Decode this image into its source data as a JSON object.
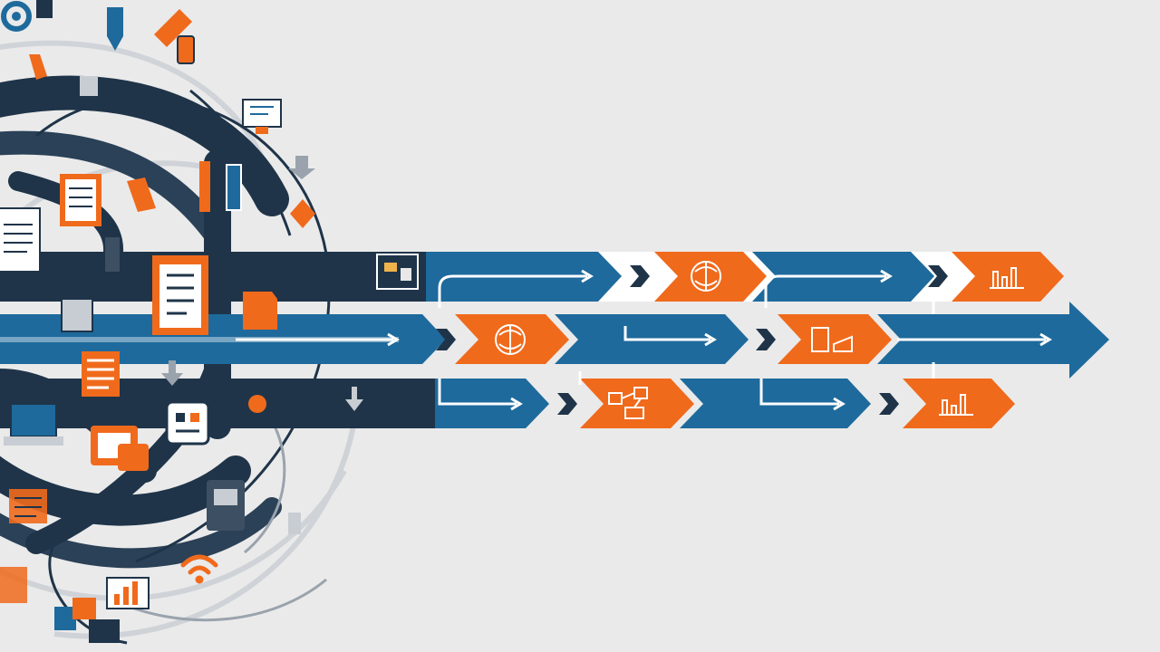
{
  "colors": {
    "background": "#eaeaea",
    "navy": "#1f3449",
    "blue": "#1e6a9c",
    "orange": "#f06a1c",
    "white": "#ffffff",
    "light_gray": "#c8cdd3",
    "mid_gray": "#9aa3ad"
  },
  "lanes": [
    {
      "name": "top-lane",
      "segments": [
        {
          "kind": "navy-band",
          "icon": "image-frame-icon"
        },
        {
          "kind": "blue-arrow",
          "icon": "arrow-right-icon"
        },
        {
          "kind": "orange-chevron",
          "icon": "brain-icon"
        },
        {
          "kind": "blue-arrow",
          "icon": "arrow-right-icon"
        },
        {
          "kind": "orange-chevron",
          "icon": "bar-chart-icon"
        }
      ]
    },
    {
      "name": "middle-lane",
      "segments": [
        {
          "kind": "blue-band",
          "icon": "arrow-right-icon"
        },
        {
          "kind": "orange-chevron",
          "icon": "brain-icon"
        },
        {
          "kind": "blue-arrow",
          "icon": "arrow-right-icon"
        },
        {
          "kind": "orange-chevron",
          "icon": "factory-chart-icon"
        },
        {
          "kind": "big-blue-arrow",
          "icon": "arrow-right-icon"
        }
      ]
    },
    {
      "name": "bottom-lane",
      "segments": [
        {
          "kind": "navy-band",
          "icon": "download-icon"
        },
        {
          "kind": "blue-arrow",
          "icon": "arrow-right-icon"
        },
        {
          "kind": "orange-chevron",
          "icon": "workflow-icon"
        },
        {
          "kind": "blue-arrow",
          "icon": "arrow-right-icon"
        },
        {
          "kind": "orange-chevron",
          "icon": "bar-chart-icon"
        }
      ]
    }
  ],
  "cluster_icons": [
    "document-icon",
    "clipboard-icon",
    "monitor-icon",
    "folder-icon",
    "pencil-icon",
    "robot-icon",
    "bar-chart-icon",
    "wifi-icon",
    "gear-icon",
    "download-icon",
    "lightbulb-icon",
    "chip-icon"
  ]
}
